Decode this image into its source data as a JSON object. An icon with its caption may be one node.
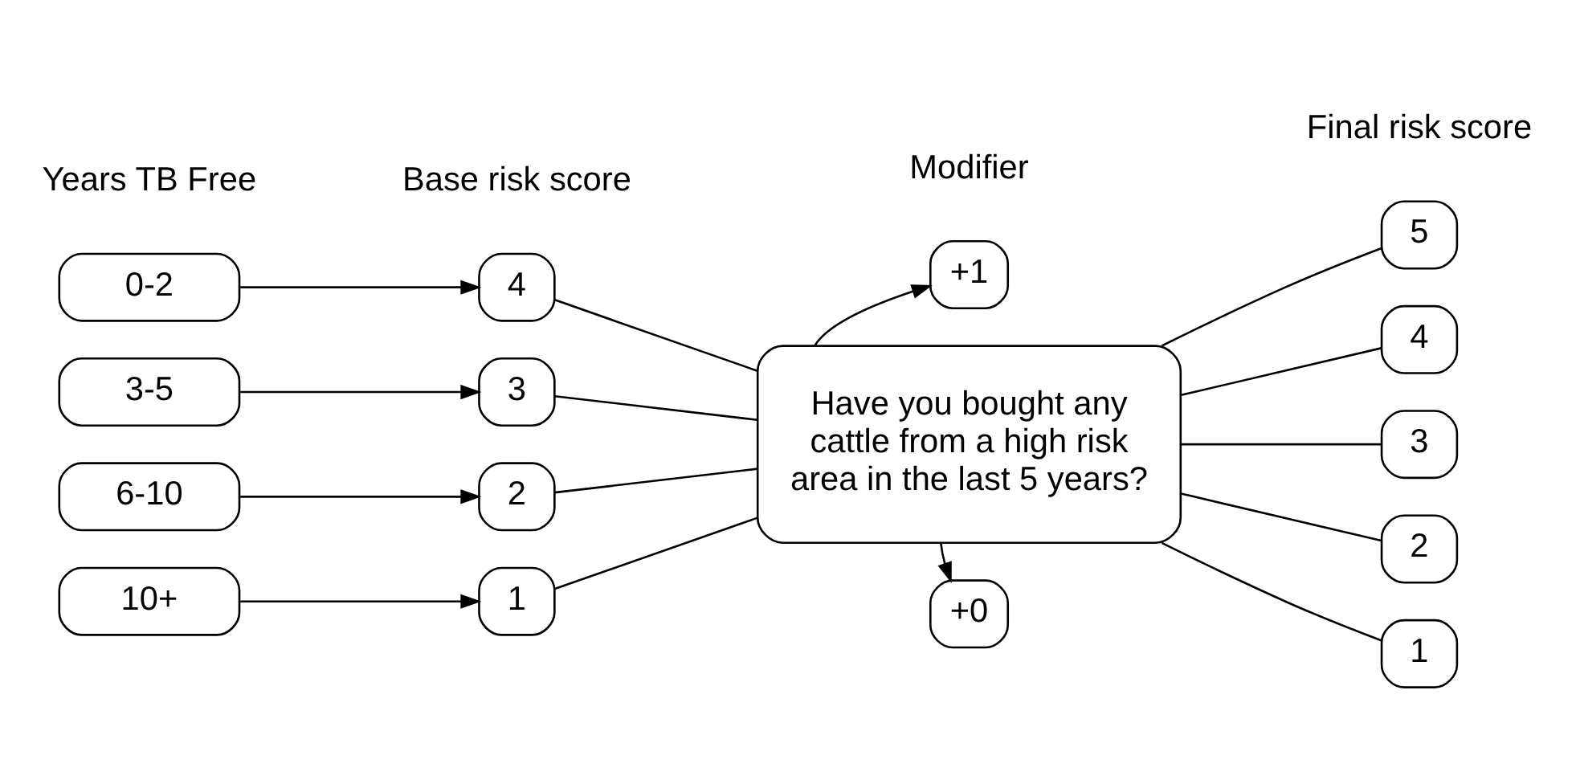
{
  "diagram": {
    "nodes": [
      {
        "text": [
          "0-2"
        ]
      },
      {
        "text": [
          "3-5"
        ]
      },
      {
        "text": [
          "6-10"
        ]
      },
      {
        "text": [
          "10+"
        ]
      },
      {
        "text": [
          "4"
        ]
      },
      {
        "text": [
          "3"
        ]
      },
      {
        "text": [
          "2"
        ]
      },
      {
        "text": [
          "1"
        ]
      },
      {
        "text": [
          "Have you bought any cattle from a high risk area in the last 5 years?"
        ]
      },
      {
        "text": [
          "+1"
        ]
      },
      {
        "text": [
          "+0"
        ]
      },
      {
        "text": [
          "5"
        ]
      },
      {
        "text": [
          "4"
        ]
      },
      {
        "text": [
          "3"
        ]
      },
      {
        "text": [
          "2"
        ]
      },
      {
        "text": [
          "1"
        ]
      }
    ],
    "edges": [
      {
        "from": 0,
        "to": 4,
        "arrow": "to"
      },
      {
        "from": 1,
        "to": 5,
        "arrow": "to"
      },
      {
        "from": 2,
        "to": 6,
        "arrow": "to"
      },
      {
        "from": 3,
        "to": 7,
        "arrow": "to"
      },
      {
        "from": 4,
        "to": 8,
        "arrow": "none"
      },
      {
        "from": 5,
        "to": 8,
        "arrow": "none"
      },
      {
        "from": 6,
        "to": 8,
        "arrow": "none"
      },
      {
        "from": 7,
        "to": 8,
        "arrow": "none"
      },
      {
        "from": 8,
        "to": 9,
        "arrow": "to"
      },
      {
        "from": 8,
        "to": 10,
        "arrow": "to"
      },
      {
        "from": 8,
        "to": 11,
        "arrow": "none"
      },
      {
        "from": 8,
        "to": 12,
        "arrow": "none"
      },
      {
        "from": 8,
        "to": 13,
        "arrow": "none"
      },
      {
        "from": 8,
        "to": 14,
        "arrow": "none"
      },
      {
        "from": 8,
        "to": 15,
        "arrow": "none"
      }
    ],
    "labels": [
      "Years TB Free",
      "Base risk score",
      "Modifier",
      "Final risk score"
    ]
  }
}
